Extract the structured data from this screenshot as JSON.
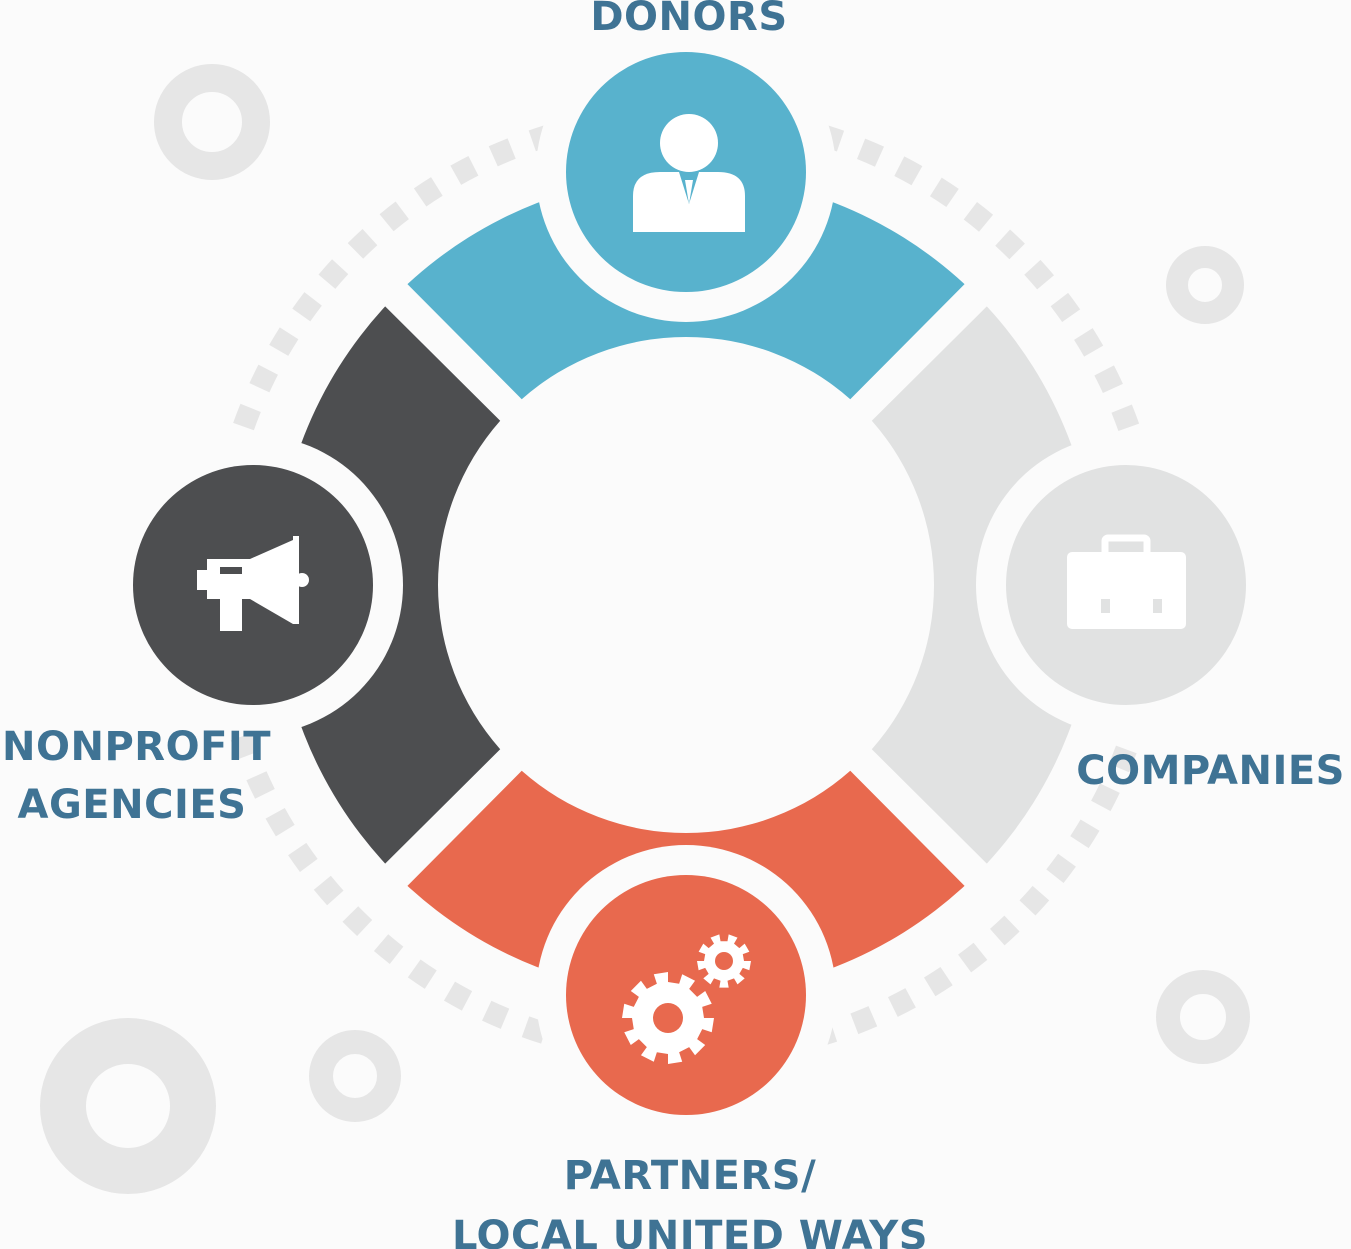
{
  "colors": {
    "donors": "#58b2cd",
    "companies": "#e1e2e2",
    "partners": "#e8694e",
    "nonprofit": "#4d4e50",
    "label_text": "#3f7394",
    "decor": "#e6e6e6",
    "background": "#fbfbfb"
  },
  "nodes": {
    "donors": {
      "label": "DONORS",
      "icon": "person-icon"
    },
    "companies": {
      "label": "COMPANIES",
      "icon": "briefcase-icon"
    },
    "partners": {
      "label_lines": [
        "PARTNERS/",
        "LOCAL UNITED WAYS"
      ],
      "icon": "gears-icon"
    },
    "nonprofit": {
      "label_lines": [
        "NONPROFIT",
        "AGENCIES"
      ],
      "icon": "megaphone-icon"
    }
  }
}
